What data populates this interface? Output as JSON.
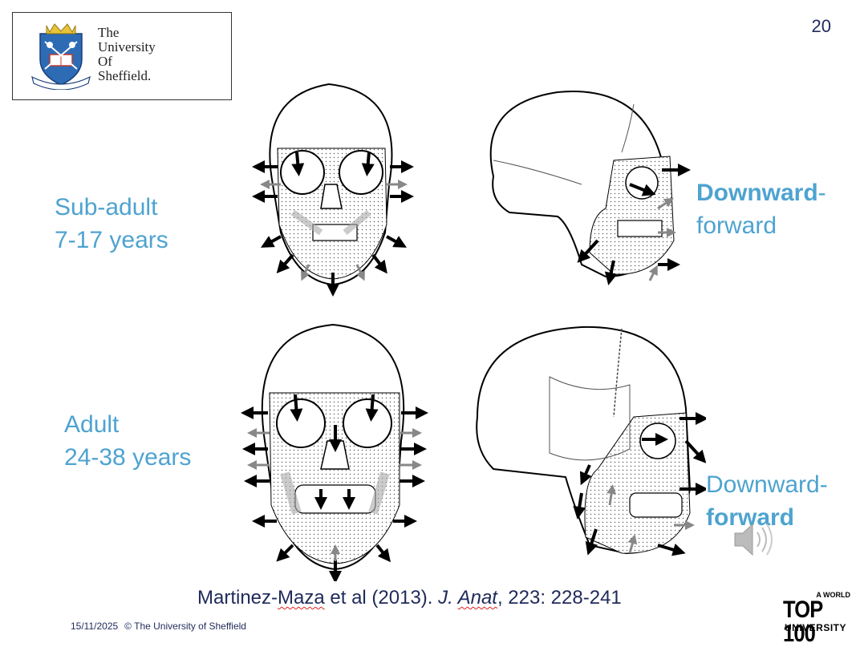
{
  "logo": {
    "lines": [
      "The",
      "University",
      "Of",
      "Sheffield."
    ]
  },
  "slide_number": "20",
  "rows": [
    {
      "age_label_1": "Sub-adult",
      "age_label_2": "7-17 years",
      "direction_bold": "Downward",
      "direction_rest": "-",
      "direction_line2": "forward"
    },
    {
      "age_label_1": "Adult",
      "age_label_2": "24-38 years",
      "direction_line1": "Downward-",
      "direction_line2_bold": "forward"
    }
  ],
  "citation": {
    "authors_a": "Martinez-",
    "authors_b": "Maza",
    "authors_c": " et al (2013). ",
    "journal_a": "J. ",
    "journal_b": "Anat",
    "rest": ", 223: 228-241"
  },
  "footer": {
    "date": "15/11/2025",
    "copyright": "© The University of Sheffield"
  },
  "badge": {
    "line1": "A WORLD",
    "line2": "TOP 100",
    "line3": "UNIVERSITY"
  },
  "icons": {
    "audio": "speaker-icon",
    "crest": "university-crest-icon"
  }
}
